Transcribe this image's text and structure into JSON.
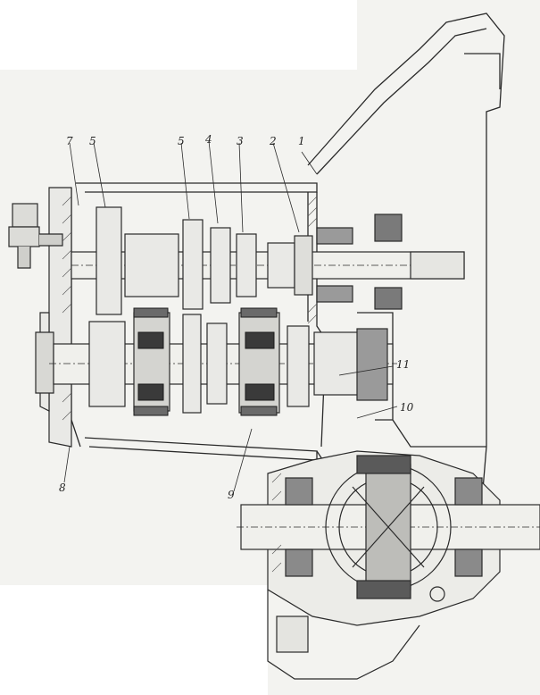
{
  "callouts": {
    "c1": "1",
    "c2": "2",
    "c3": "3",
    "c4": "4",
    "c5a": "5",
    "c5b": "5",
    "c7": "7",
    "c8": "8",
    "c9": "9",
    "c10": "10",
    "c11": "11"
  },
  "colors": {
    "paper": "#f7f7f5",
    "ink": "#2a2a2a",
    "section_fill": "#9a9a9a",
    "dark_fill": "#3a3a3a",
    "light_fill": "#e9e9e6"
  }
}
